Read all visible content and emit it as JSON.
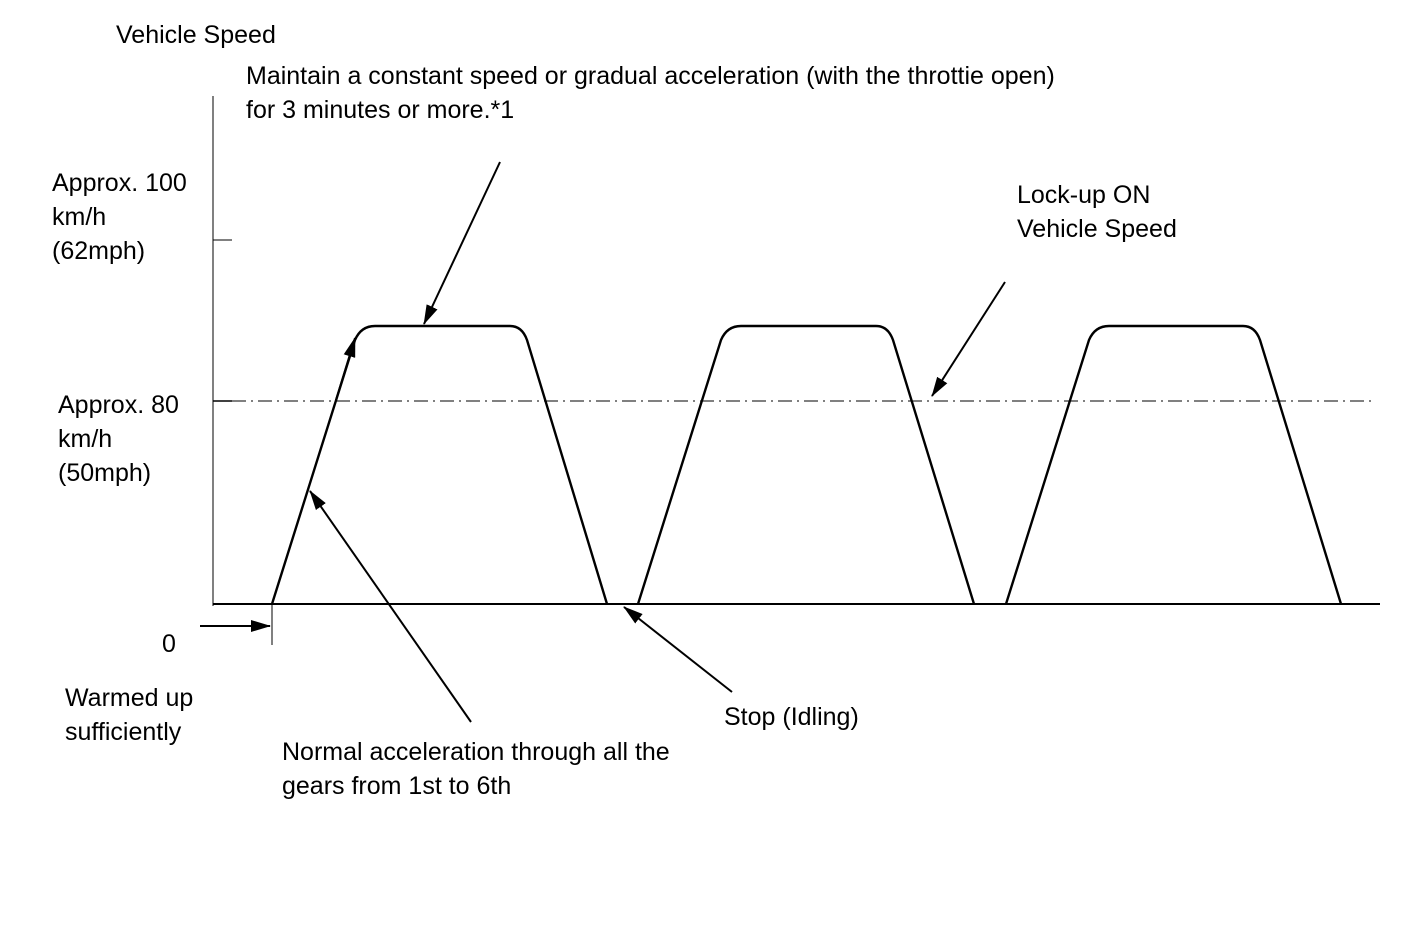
{
  "colors": {
    "ink": "#000000",
    "background": "#ffffff"
  },
  "labels": {
    "y_axis_title": "Vehicle Speed",
    "annotation_top": [
      "Maintain a constant speed or gradual acceleration (with the throttie open)",
      "for 3 minutes or more.*1"
    ],
    "y_100": [
      "Approx. 100",
      "km/h",
      "(62mph)"
    ],
    "y_80": [
      "Approx. 80",
      "km/h",
      "(50mph)"
    ],
    "y_0": "0",
    "warmed_up": [
      "Warmed up",
      "sufficiently"
    ],
    "lockup": [
      "Lock-up ON",
      "Vehicle Speed"
    ],
    "normal_accel": [
      "Normal acceleration through all the",
      "gears from 1st to 6th"
    ],
    "stop": "Stop (Idling)"
  },
  "speed_profile": {
    "cruise_level_kmh": 90,
    "lockup_threshold_kmh": 80,
    "marked_speeds_kmh": [
      0,
      80,
      100
    ],
    "cycles": 3
  }
}
